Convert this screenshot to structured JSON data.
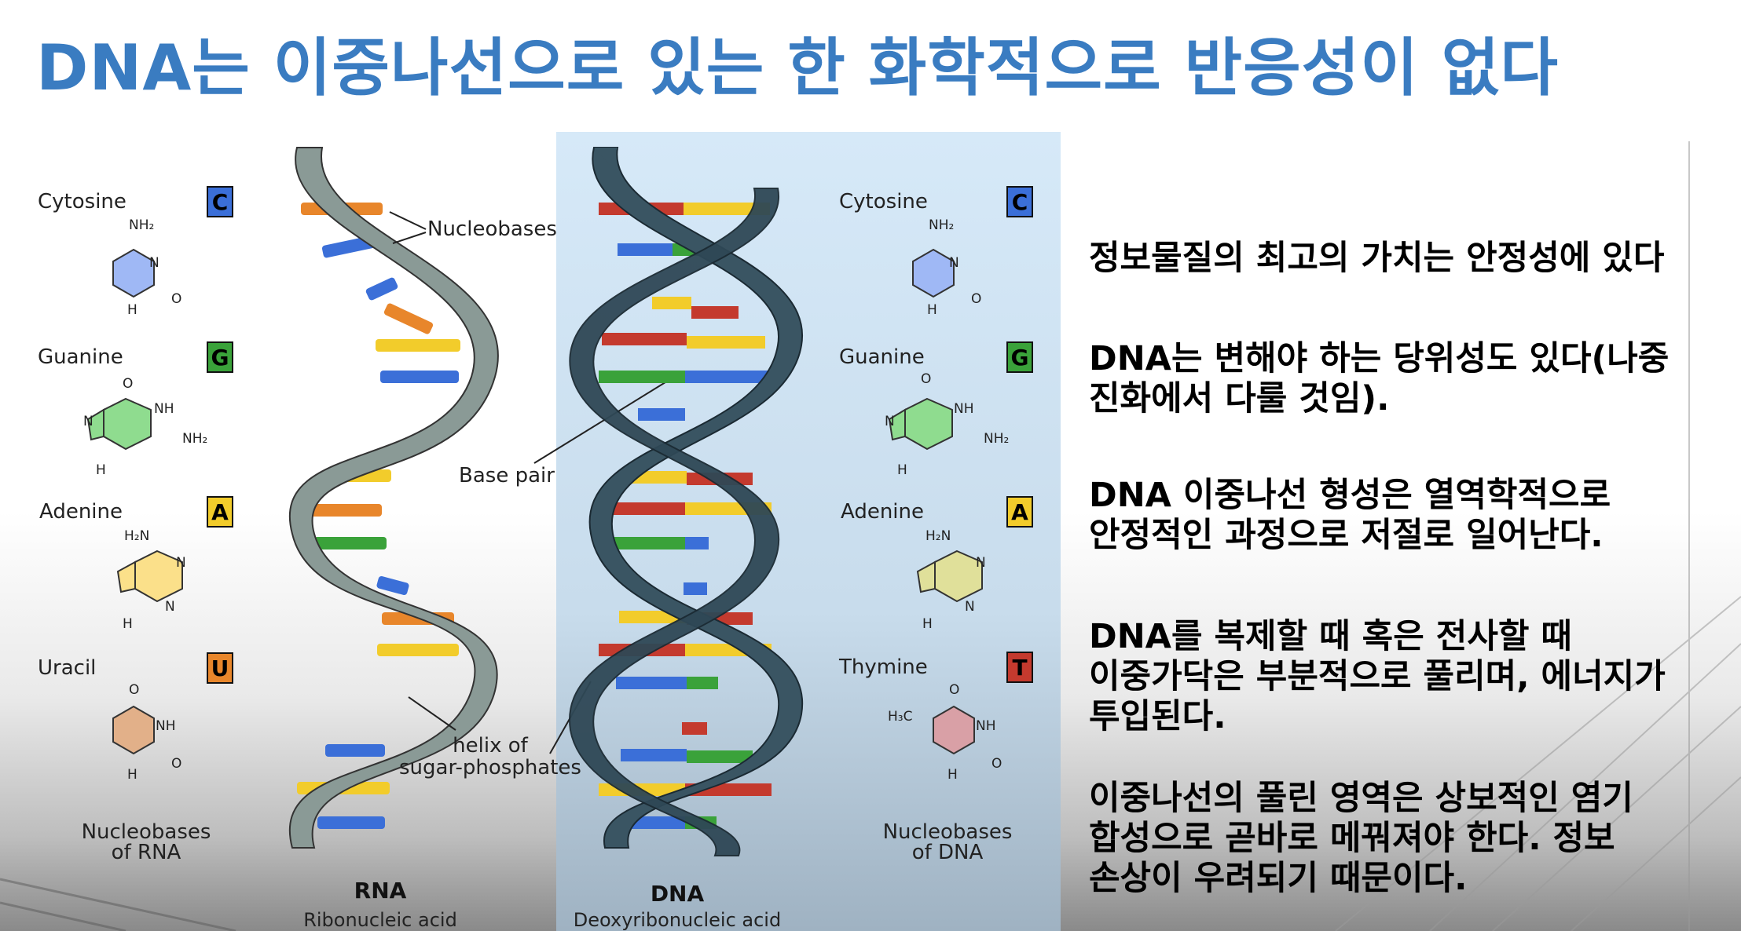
{
  "title": "DNA는 이중나선으로 있는 한 화학적으로 반응성이 없다",
  "figure": {
    "rna_bases": [
      {
        "name": "Cytosine",
        "letter": "C",
        "color": "#3b6fd8"
      },
      {
        "name": "Guanine",
        "letter": "G",
        "color": "#3aa23a"
      },
      {
        "name": "Adenine",
        "letter": "A",
        "color": "#f2cc2b"
      },
      {
        "name": "Uracil",
        "letter": "U",
        "color": "#e8862b"
      }
    ],
    "dna_bases": [
      {
        "name": "Cytosine",
        "letter": "C",
        "color": "#3b6fd8"
      },
      {
        "name": "Guanine",
        "letter": "G",
        "color": "#3aa23a"
      },
      {
        "name": "Adenine",
        "letter": "A",
        "color": "#f2cc2b"
      },
      {
        "name": "Thymine",
        "letter": "T",
        "color": "#c43a2e"
      }
    ],
    "labels": {
      "nucleobases": "Nucleobases",
      "base_pair": "Base pair",
      "helix_line1": "helix of",
      "helix_line2": "sugar-phosphates",
      "rna_caption_line1": "Nucleobases",
      "rna_caption_line2": "of RNA",
      "dna_caption_line1": "Nucleobases",
      "dna_caption_line2": "of DNA",
      "rna_title": "RNA",
      "rna_sub": "Ribonucleic acid",
      "dna_title": "DNA",
      "dna_sub": "Deoxyribonucleic acid"
    },
    "atoms": {
      "nh2": "NH₂",
      "h2n": "H₂N",
      "nh": "NH",
      "n": "N",
      "h": "H",
      "o": "O",
      "h3c": "H₃C"
    }
  },
  "bullets": [
    "정보물질의 최고의 가치는 안정성에 있다",
    "DNA는 변해야 하는 당위성도 있다(나중\n진화에서 다룰 것임).",
    "DNA 이중나선 형성은 열역학적으로\n안정적인 과정으로 저절로 일어난다.",
    "DNA를 복제할 때 혹은 전사할 때\n이중가닥은 부분적으로 풀리며, 에너지가\n투입된다.",
    "이중나선의 풀린 영역은 상보적인 염기\n합성으로 곧바로 메꿔져야 한다. 정보\n손상이 우려되기 때문이다."
  ],
  "colors": {
    "title": "#3a7cc1",
    "dna_panel": "#d6e9f8",
    "rna_backbone": "#8a9a96",
    "dna_backbone": "#3a5563",
    "cytosine": "#3b6fd8",
    "guanine": "#3aa23a",
    "adenine": "#f2cc2b",
    "uracil": "#e8862b",
    "thymine": "#c43a2e"
  }
}
